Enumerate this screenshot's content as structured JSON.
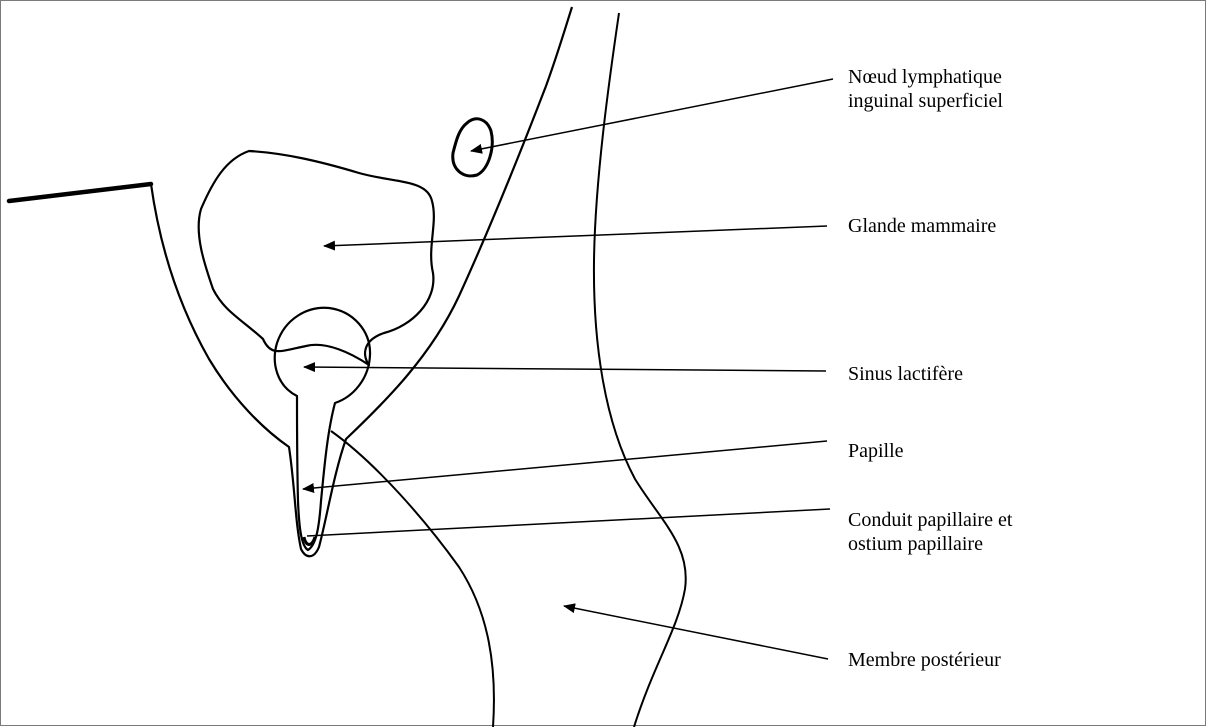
{
  "labels": {
    "lymph_node": {
      "line1": "Nœud lymphatique",
      "line2": "inguinal superficiel"
    },
    "mammary_gland": "Glande mammaire",
    "lactiferous_sinus": "Sinus lactifère",
    "papilla": "Papille",
    "papillary_duct": {
      "line1": "Conduit papillaire et",
      "line2": "ostium papillaire"
    },
    "hind_limb": "Membre postérieur"
  },
  "colors": {
    "stroke": "#000000",
    "text": "#000000",
    "background": "#ffffff",
    "frame": "#7a7a7a"
  }
}
